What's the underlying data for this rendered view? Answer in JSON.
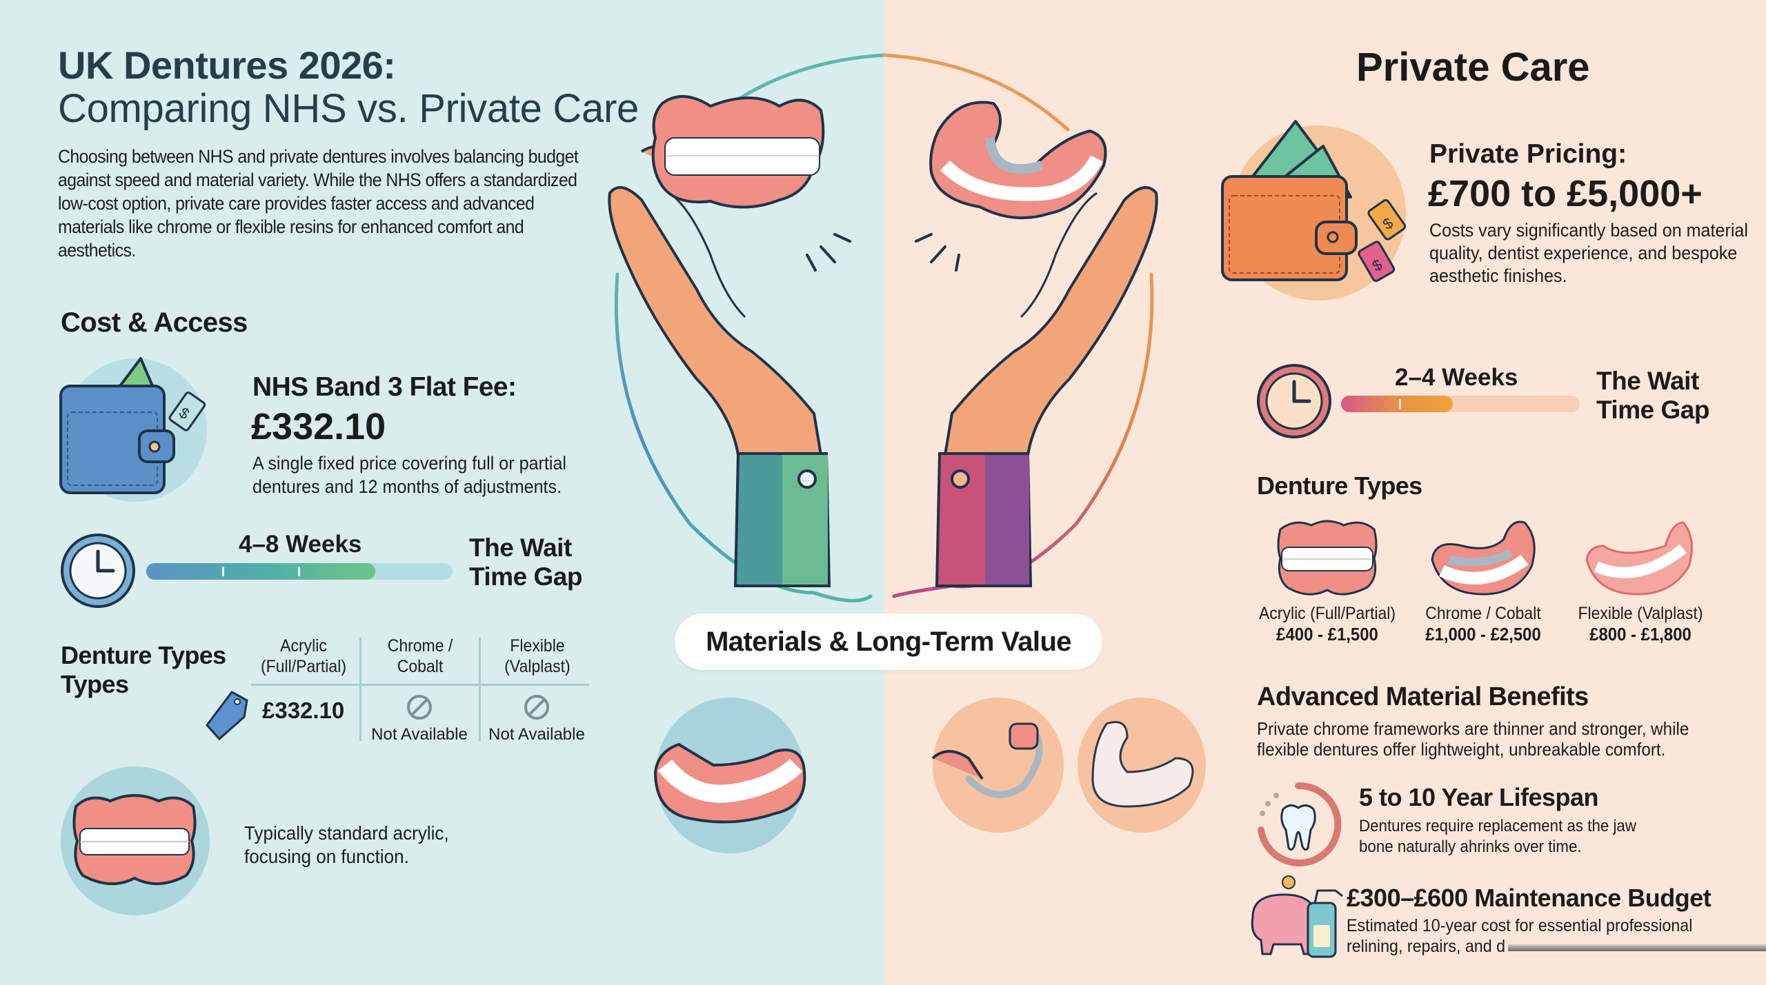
{
  "header": {
    "title_line1": "UK Dentures 2026:",
    "title_line2": "Comparing NHS vs. Private Care",
    "intro": "Choosing between NHS and private dentures involves balancing budget against speed and material variety. While the NHS offers a standardized low-cost option, private care provides faster access and advanced materials like chrome or flexible resins for enhanced comfort and aesthetics."
  },
  "nhs": {
    "section_title": "Cost & Access",
    "fee_label": "NHS Band 3 Flat Fee:",
    "fee_value": "£332.10",
    "fee_desc": "A single fixed price covering full or partial dentures and 12 months of adjustments.",
    "wait": {
      "weeks": "4–8 Weeks",
      "label_line1": "The Wait",
      "label_line2": "Time Gap",
      "fill_pct": 74
    },
    "types": {
      "title_line1": "Denture Types",
      "title_line2": "Types",
      "columns": [
        {
          "header_line1": "Acrylic",
          "header_line2": "(Full/Partial)",
          "value": "£332.10",
          "available": true
        },
        {
          "header_line1": "Chrome /",
          "header_line2": "Cobalt",
          "value": "Not Available",
          "available": false
        },
        {
          "header_line1": "Flexible",
          "header_line2": "(Valplast)",
          "value": "Not Available",
          "available": false
        }
      ]
    },
    "material_desc_line1": "Typically standard acrylic,",
    "material_desc_line2": "focusing on function."
  },
  "center": {
    "pill_label": "Materials & Long-Term Value"
  },
  "private": {
    "section_title": "Private Care",
    "pricing_label": "Private Pricing:",
    "pricing_value": "£700 to £5,000+",
    "pricing_desc": "Costs vary significantly based on material quality, dentist experience, and bespoke aesthetic finishes.",
    "wait": {
      "weeks": "2–4 Weeks",
      "label_line1": "The Wait",
      "label_line2": "Time Gap",
      "fill_pct": 47
    },
    "types": {
      "title": "Denture Types",
      "items": [
        {
          "name": "Acrylic (Full/Partial)",
          "price": "£400 - £1,500"
        },
        {
          "name": "Chrome / Cobalt",
          "price": "£1,000 - £2,500"
        },
        {
          "name": "Flexible (Valplast)",
          "price": "£800 - £1,800"
        }
      ]
    },
    "benefits": {
      "title": "Advanced Material Benefits",
      "desc": "Private chrome frameworks are thinner and stronger, while flexible dentures offer lightweight, unbreakable comfort."
    },
    "lifespan": {
      "title": "5 to 10 Year Lifespan",
      "desc_line1": "Dentures require replacement as the jaw",
      "desc_line2": "bone naturally ahrinks over time."
    },
    "maintenance": {
      "title": "£300–£600 Maintenance Budget",
      "desc_line1": "Estimated 10-year cost for essential professional",
      "desc_line2": "relining, repairs, and d"
    }
  },
  "colors": {
    "nhs_bg": "#d9eded",
    "private_bg": "#fbe6da",
    "title": "#243e4c",
    "nhs_accent": "#4f8fc0",
    "private_accent": "#e0874a"
  }
}
